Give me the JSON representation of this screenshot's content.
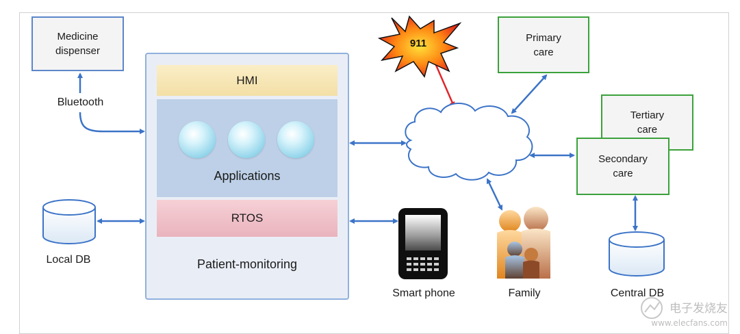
{
  "nodes": {
    "medicine_dispenser": "Medicine\ndispenser",
    "bluetooth": "Bluetooth",
    "local_db": "Local DB",
    "hmi": "HMI",
    "applications": "Applications",
    "rtos": "RTOS",
    "patient_monitoring": "Patient-monitoring",
    "emergency": "911",
    "smart_phone": "Smart phone",
    "family": "Family",
    "primary_care": "Primary\ncare",
    "tertiary_care": "Tertiary\ncare",
    "secondary_care": "Secondary\ncare",
    "central_db": "Central DB"
  },
  "watermark": "电子发烧友",
  "watermark_url": "www.elecfans.com",
  "colors": {
    "arrow": "#3b73c7",
    "emergency_arrow": "#e0262b",
    "blue_border": "#5b86c9",
    "green_border": "#3aa13a"
  }
}
